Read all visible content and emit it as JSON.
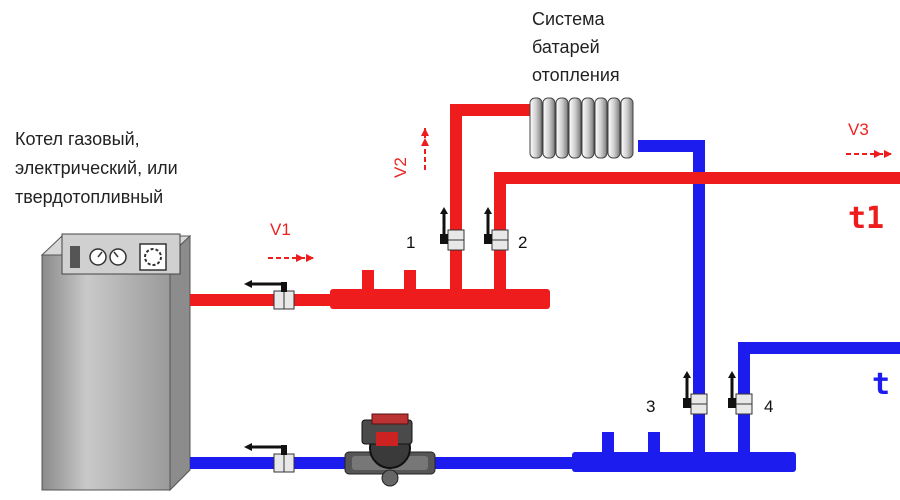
{
  "colors": {
    "hot": "#ee1c1c",
    "cold": "#1c1cee",
    "boiler": "#b5b5b5",
    "boiler_dark": "#6d6d6d"
  },
  "labels": {
    "boiler": [
      "Котел газовый,",
      "электрический, или",
      "твердотопливный"
    ],
    "radiators": [
      "Система",
      "батарей",
      "отопления"
    ]
  },
  "flow": {
    "v1": "V1",
    "v2": "V2",
    "v3": "V3"
  },
  "valves": {
    "n1": "1",
    "n2": "2",
    "n3": "3",
    "n4": "4"
  },
  "temps": {
    "t1": "t1",
    "t2": "t"
  },
  "icons": {
    "boiler": "boiler-icon",
    "pump": "circulation-pump-icon",
    "radiator": "radiator-icon",
    "valve": "ball-valve-icon",
    "flow_arrow": "flow-arrow-icon"
  }
}
